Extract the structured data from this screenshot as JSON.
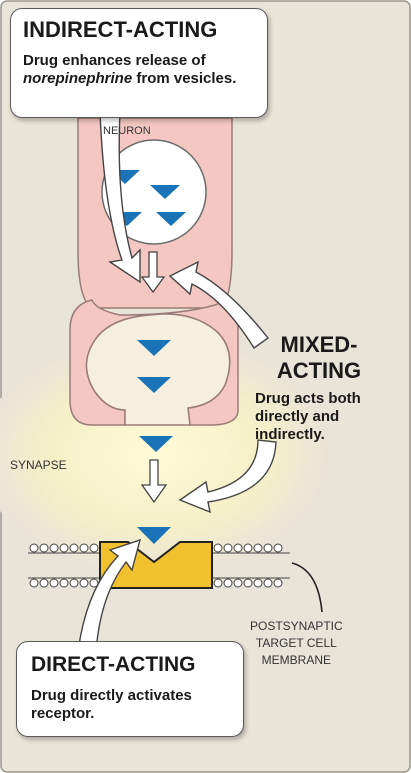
{
  "callouts": {
    "indirect": {
      "title": "INDIRECT-ACTING",
      "body_pre": "Drug enhances release of ",
      "body_em": "norepinephrine",
      "body_post": " from vesicles."
    },
    "mixed": {
      "title_line1": "MIXED-",
      "title_line2": "ACTING",
      "body": "Drug acts both directly and indirectly."
    },
    "direct": {
      "title": "DIRECT-ACTING",
      "body": "Drug directly activates receptor."
    }
  },
  "labels": {
    "neuron": "NEURON",
    "synapse": "SYNAPSE",
    "membrane_line1": "POSTSYNAPTIC",
    "membrane_line2": "TARGET CELL",
    "membrane_line3": "MEMBRANE"
  },
  "colors": {
    "background": "#e9e4d8",
    "neuron_fill": "#f4c7c2",
    "neuron_stroke": "#9b7b78",
    "neurotransmitter": "#1b73b7",
    "receptor": "#f2c12e",
    "synapse_glow": "#fbf7cf",
    "callout_border": "#5b5b5b"
  }
}
